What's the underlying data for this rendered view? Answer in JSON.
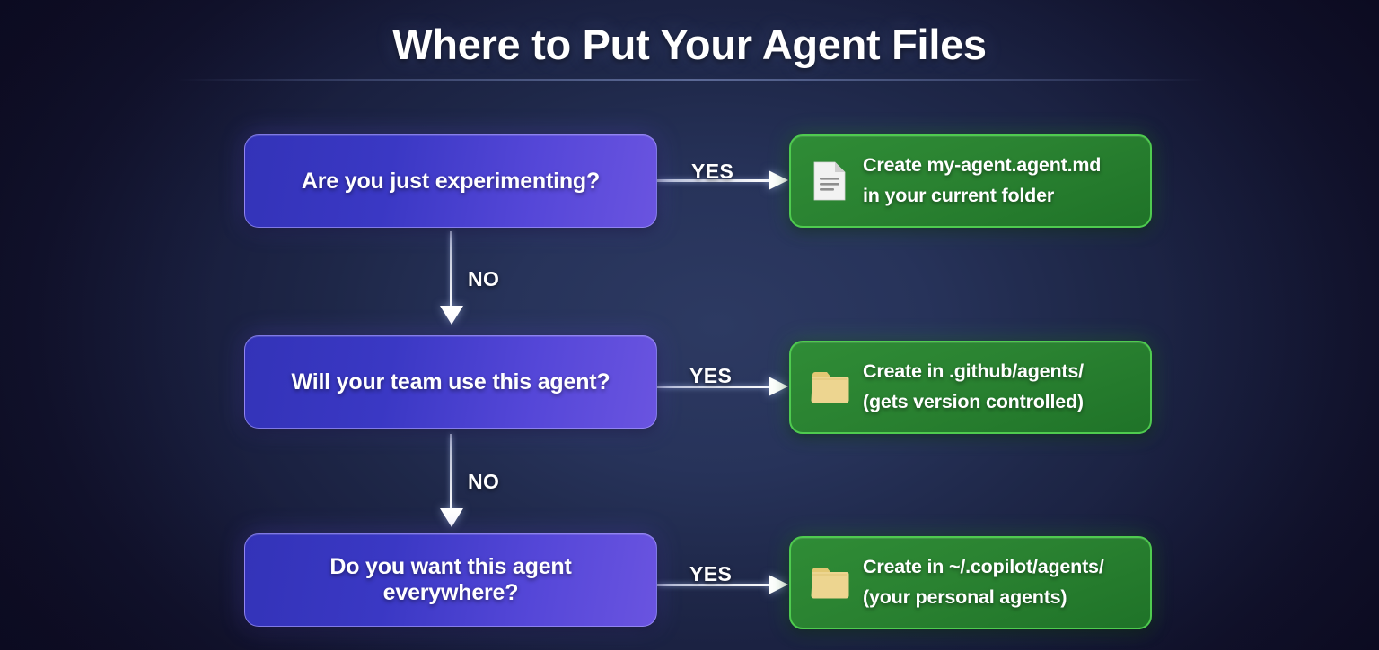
{
  "header": {
    "title": "Where to Put Your Agent Files"
  },
  "colors": {
    "background_dark": "#100f28",
    "background_center": "#2d3a62",
    "decision_gradient_start": "#3333b8",
    "decision_gradient_end": "#6a54e0",
    "decision_border": "#afa5ff",
    "action_green": "#2f8c36",
    "action_border": "#4fcb4f",
    "folder_icon": "#e8ce84",
    "document_icon": "#f0f0f0",
    "arrow_white": "#ffffff",
    "title_text": "#ffffff"
  },
  "flow": {
    "rows": [
      {
        "decision": {
          "label": "Are you just experimenting?"
        },
        "yes_label": "YES",
        "no_label": "NO",
        "action": {
          "icon": "document-icon",
          "line1": "Create my-agent.agent.md",
          "line2": "in your current folder"
        }
      },
      {
        "decision": {
          "label": "Will your team use this agent?"
        },
        "yes_label": "YES",
        "no_label": "NO",
        "action": {
          "icon": "folder-icon",
          "line1": "Create in .github/agents/",
          "line2": "(gets version controlled)"
        }
      },
      {
        "decision": {
          "label": "Do you want this agent everywhere?"
        },
        "yes_label": "YES",
        "no_label": "",
        "action": {
          "icon": "folder-icon",
          "line1": "Create in ~/.copilot/agents/",
          "line2": "(your personal agents)"
        }
      }
    ]
  }
}
